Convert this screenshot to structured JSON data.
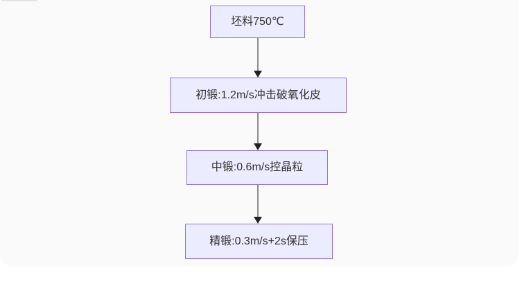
{
  "diagram": {
    "type": "flowchart",
    "direction": "top-down",
    "nodes": [
      {
        "id": "A",
        "label": "坯料750℃"
      },
      {
        "id": "B",
        "label": "初锻:1.2m/s冲击破氧化皮"
      },
      {
        "id": "C",
        "label": "中锻:0.6m/s控晶粒"
      },
      {
        "id": "D",
        "label": "精锻:0.3m/s+2s保压"
      }
    ],
    "edges": [
      {
        "from": "A",
        "to": "B"
      },
      {
        "from": "B",
        "to": "C"
      },
      {
        "from": "C",
        "to": "D"
      }
    ],
    "colors": {
      "node_fill": "#ECECFF",
      "node_border": "#9370DB",
      "node_text": "#333333",
      "edge_line": "#8C8C8C",
      "arrow_head": "#222222",
      "canvas_background": "#FAFAFA",
      "page_background": "#FFFFFF"
    }
  }
}
